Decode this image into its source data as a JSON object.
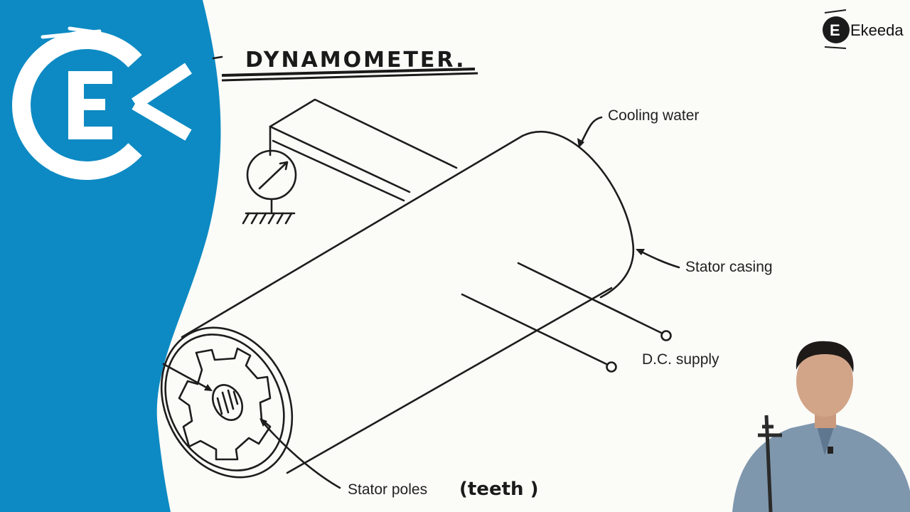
{
  "title": "DYNAMOMETER.",
  "labels": {
    "cooling_water": "Cooling water",
    "stator_casing": "Stator casing",
    "dc_supply": "D.C. supply",
    "stator_poles": "Stator poles",
    "teeth_note": "(teeth )"
  },
  "brand": {
    "name": "Ekeeda",
    "large_logo_letters": "EK",
    "panel_color": "#0d8ac3"
  }
}
